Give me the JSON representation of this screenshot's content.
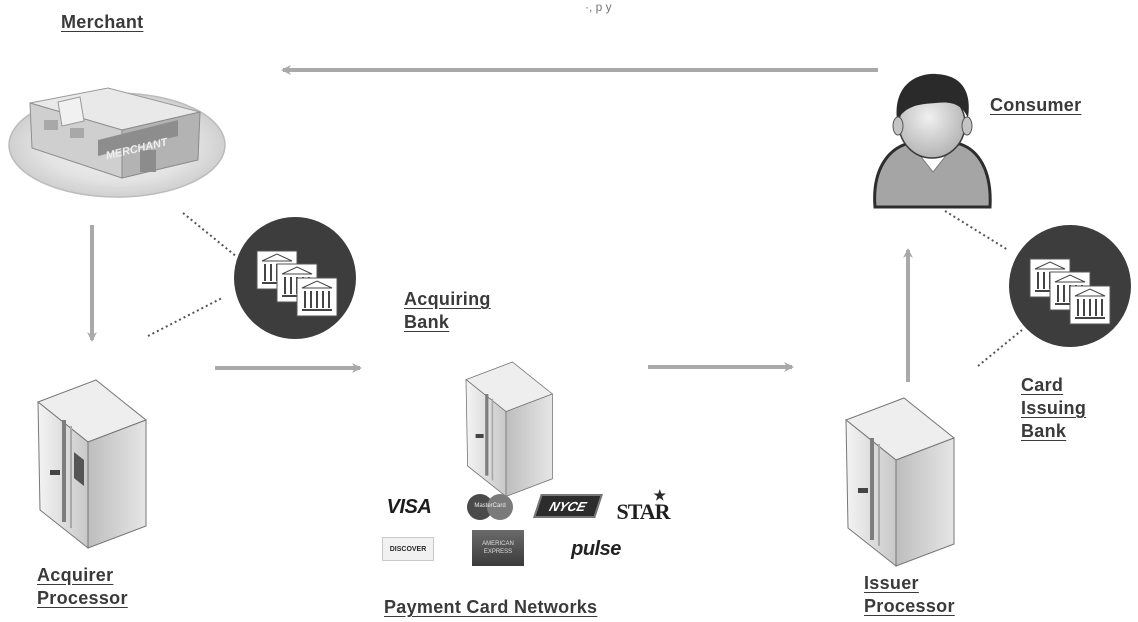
{
  "top_fragment": "·, p y",
  "nodes": {
    "merchant": {
      "label": [
        "Merchant"
      ],
      "sign": "MERCHANT"
    },
    "consumer": {
      "label": [
        "Consumer"
      ]
    },
    "acquiring_bank": {
      "label": [
        "Acquiring",
        "Bank"
      ]
    },
    "card_issuing_bank": {
      "label": [
        "Card",
        "Issuing",
        "Bank"
      ]
    },
    "acquirer_processor": {
      "label": [
        "Acquirer",
        "Processor"
      ]
    },
    "payment_card_networks": {
      "label": [
        "Payment Card Networks"
      ]
    },
    "issuer_processor": {
      "label": [
        "Issuer",
        "Processor"
      ]
    }
  },
  "network_logos": {
    "visa": "VISA",
    "mastercard": "MasterCard",
    "nyce": "NYCE",
    "star": "STAR",
    "discover": "DISCOVER",
    "amex": "AMERICAN EXPRESS",
    "pulse": "pulse"
  },
  "edges": [
    {
      "from": "consumer",
      "to": "merchant",
      "style": "arrow"
    },
    {
      "from": "merchant",
      "to": "acquirer_processor",
      "style": "arrow"
    },
    {
      "from": "acquirer_processor",
      "to": "payment_card_networks",
      "style": "arrow"
    },
    {
      "from": "payment_card_networks",
      "to": "issuer_processor",
      "style": "arrow"
    },
    {
      "from": "issuer_processor",
      "to": "consumer",
      "style": "arrow"
    },
    {
      "from": "acquiring_bank",
      "to": "merchant",
      "style": "dotted"
    },
    {
      "from": "acquiring_bank",
      "to": "acquirer_processor",
      "style": "dotted"
    },
    {
      "from": "card_issuing_bank",
      "to": "consumer",
      "style": "dotted"
    },
    {
      "from": "card_issuing_bank",
      "to": "issuer_processor",
      "style": "dotted"
    }
  ],
  "colors": {
    "label_text": "#3a3a3a",
    "arrow": "#a9a9a9",
    "bank_circle": "#3d3d3d",
    "server_body": "#dcdcdc"
  },
  "icons": {
    "merchant": "store-building-icon",
    "consumer": "person-avatar-icon",
    "banks": "bank-building-icon",
    "servers": "server-tower-icon"
  }
}
